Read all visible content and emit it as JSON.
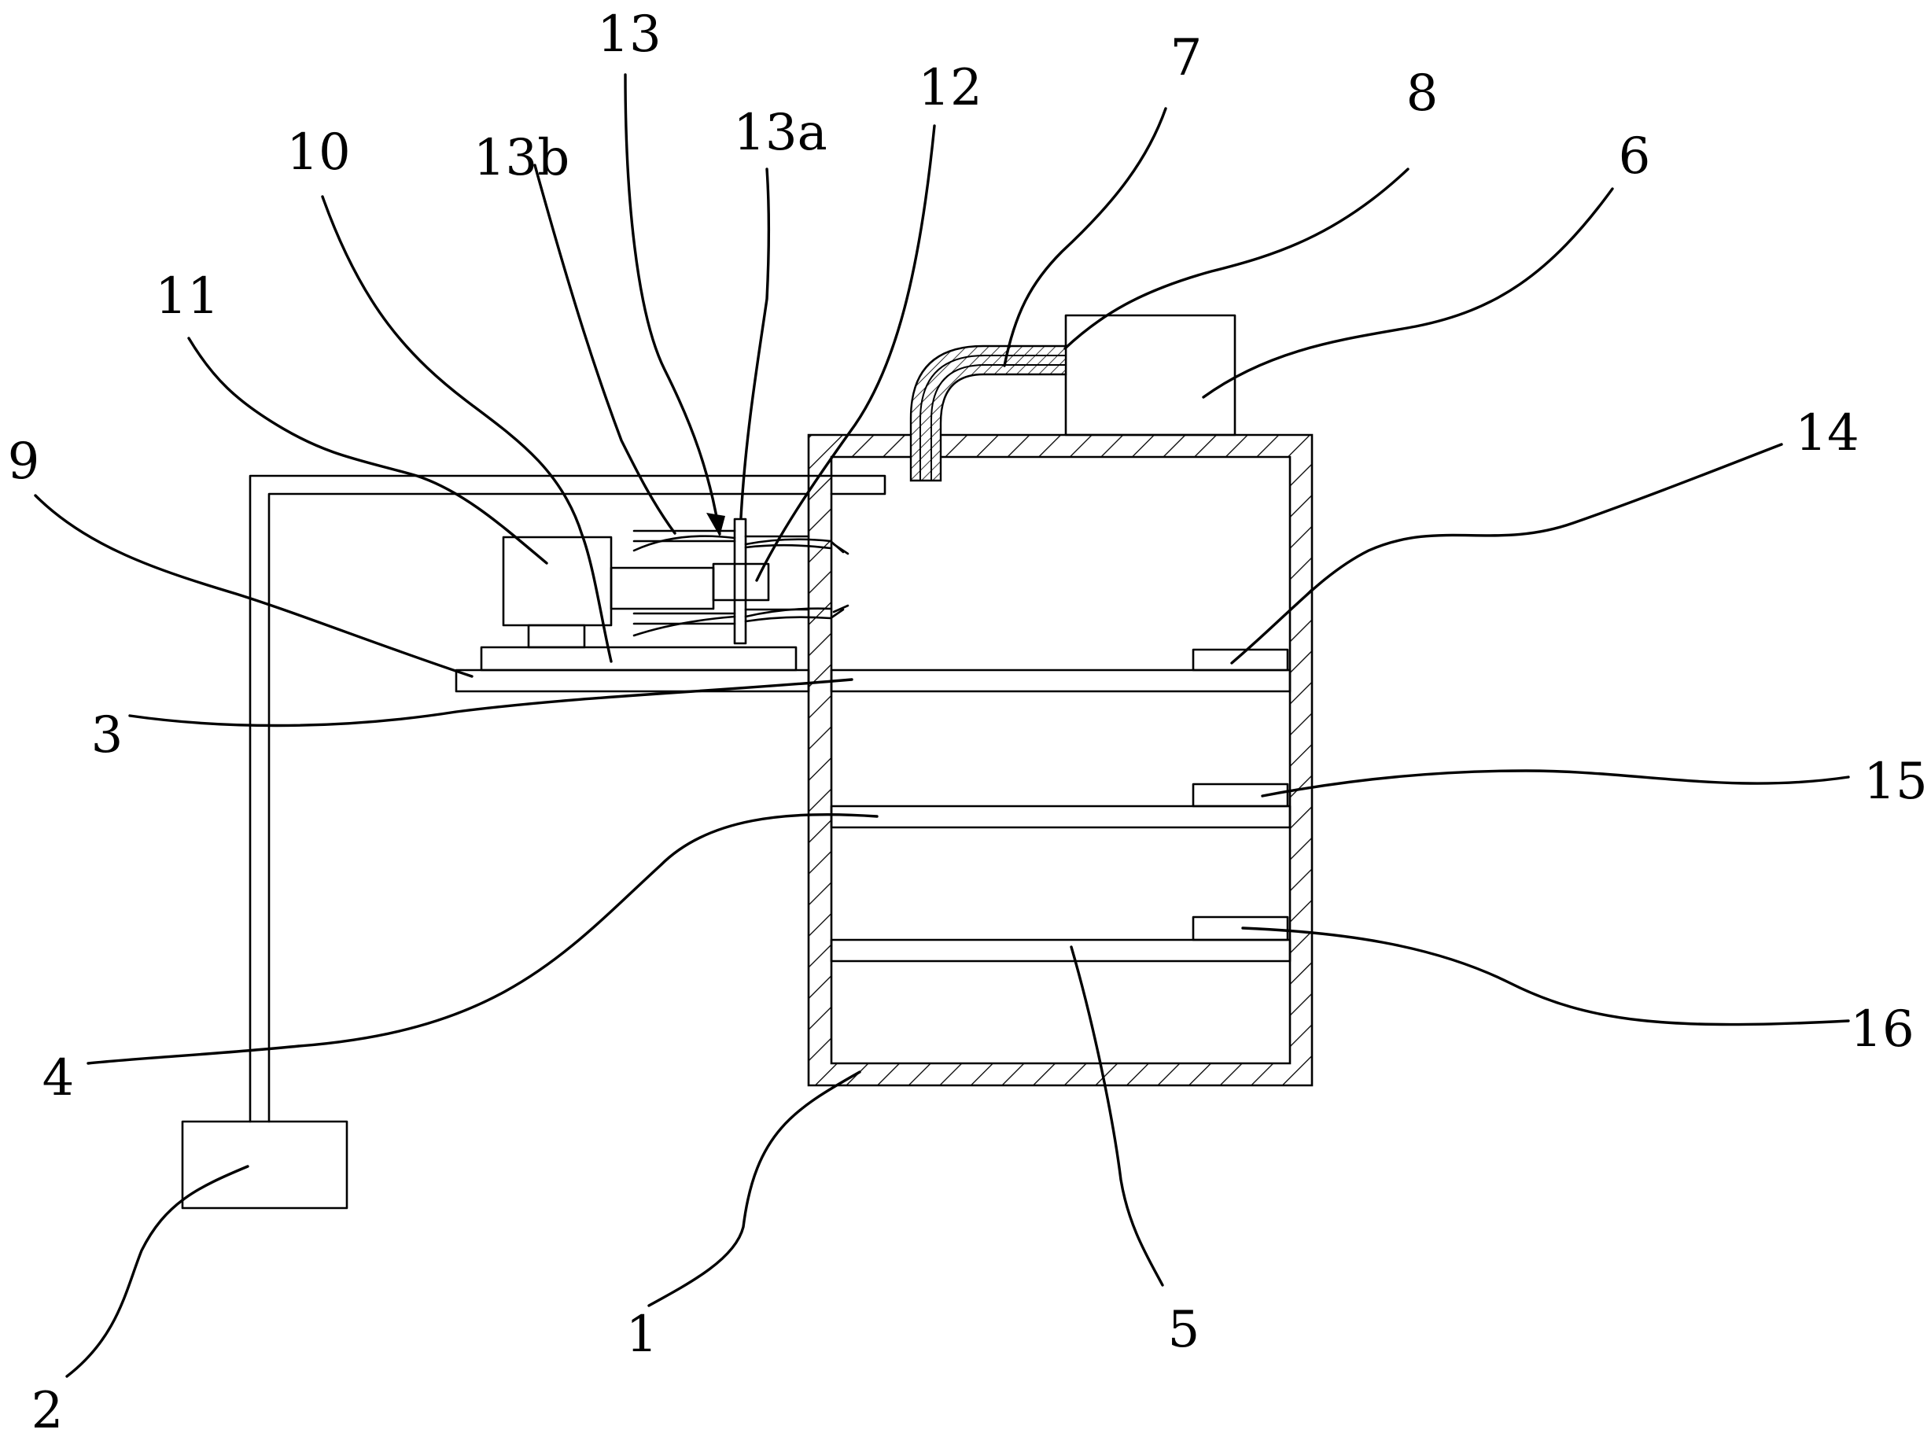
{
  "labels": {
    "n1": "1",
    "n2": "2",
    "n3": "3",
    "n4": "4",
    "n5": "5",
    "n6": "6",
    "n7": "7",
    "n8": "8",
    "n9": "9",
    "n10": "10",
    "n11": "11",
    "n12": "12",
    "n13": "13",
    "n13a": "13a",
    "n13b": "13b",
    "n14": "14",
    "n15": "15",
    "n16": "16"
  }
}
